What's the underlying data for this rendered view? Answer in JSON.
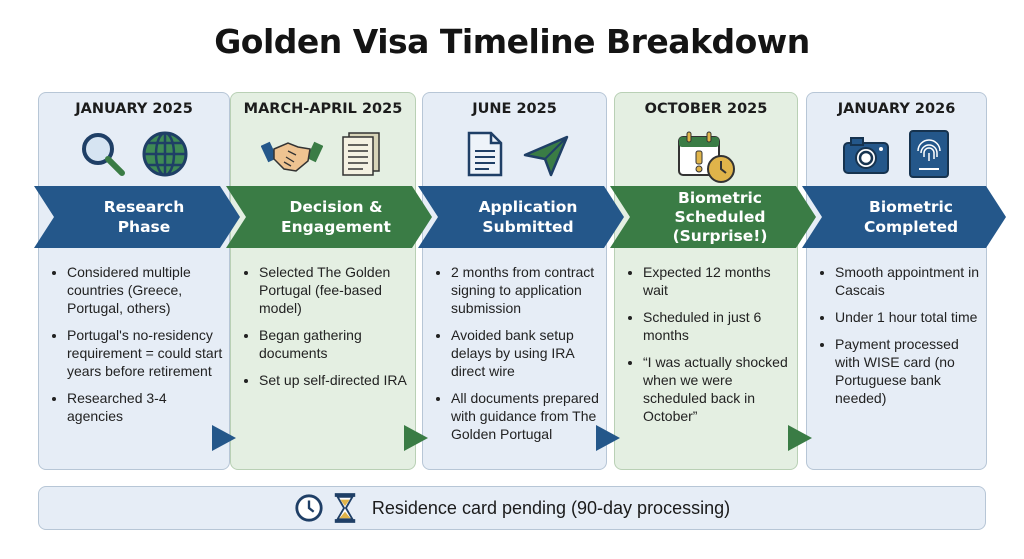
{
  "title": "Golden Visa Timeline Breakdown",
  "stages": [
    {
      "date": "JANUARY 2025",
      "title_lines": [
        "Research",
        "Phase"
      ],
      "color": "blue",
      "icons": [
        "magnifier-icon",
        "globe-icon"
      ],
      "bullets": [
        "Considered multiple countries (Greece, Portugal, others)",
        "Portugal's no-residency requirement = could start years before retirement",
        "Researched 3-4 agencies"
      ]
    },
    {
      "date": "MARCH-APRIL 2025",
      "title_lines": [
        "Decision &",
        "Engagement"
      ],
      "color": "green",
      "icons": [
        "handshake-icon",
        "documents-icon"
      ],
      "bullets": [
        "Selected The Golden Portugal (fee-based model)",
        "Began gathering documents",
        "Set up self-directed IRA"
      ]
    },
    {
      "date": "JUNE 2025",
      "title_lines": [
        "Application",
        "Submitted"
      ],
      "color": "blue",
      "icons": [
        "document-icon",
        "send-icon"
      ],
      "bullets": [
        "2 months from contract signing to application submission",
        "Avoided bank setup delays by using IRA direct wire",
        "All documents prepared with guidance from The Golden Portugal"
      ]
    },
    {
      "date": "OCTOBER 2025",
      "title_lines": [
        "Biometric",
        "Scheduled",
        "(Surprise!)"
      ],
      "color": "green",
      "icons": [
        "calendar-alert-icon"
      ],
      "bullets": [
        "Expected 12 months wait",
        "Scheduled in just 6 months",
        "“I was actually shocked when we were scheduled back in October”"
      ]
    },
    {
      "date": "JANUARY 2026",
      "title_lines": [
        "Biometric",
        "Completed"
      ],
      "color": "blue",
      "icons": [
        "camera-icon",
        "fingerprint-passport-icon"
      ],
      "bullets": [
        "Smooth appointment in Cascais",
        "Under 1 hour total time",
        "Payment processed with WISE card (no Portuguese bank needed)"
      ]
    }
  ],
  "footer": {
    "text": "Residence card pending (90-day processing)",
    "icons": [
      "clock-icon",
      "hourglass-icon"
    ]
  },
  "colors": {
    "blue": "#24578a",
    "green": "#3a7c45",
    "gold": "#e0b44a"
  }
}
